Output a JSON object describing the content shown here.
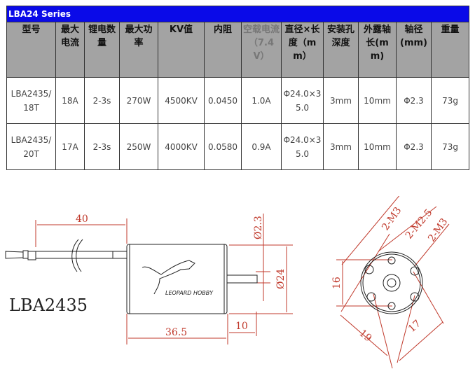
{
  "table": {
    "title": "LBA24 Series",
    "headers": [
      "型号",
      "最大电流",
      "锂电数量",
      "最大功率",
      "KV值",
      "内阻",
      "空载电流（7.4V）",
      "直径×长度（mm）",
      "安装孔深度",
      "外露轴长(mm)",
      "轴径(mm)",
      "重量"
    ],
    "rows": [
      [
        "LBA2435/18T",
        "18A",
        "2-3s",
        "270W",
        "4500KV",
        "0.0450",
        "1.0A",
        "Φ24.0×35.0",
        "3mm",
        "10mm",
        "Φ2.3",
        "73g"
      ],
      [
        "LBA2435/20T",
        "17A",
        "2-3s",
        "250W",
        "4000KV",
        "0.0580",
        "0.9A",
        "Φ24.0×35.0",
        "3mm",
        "10mm",
        "Φ2.3",
        "73g"
      ]
    ]
  },
  "drawing": {
    "model": "LBA2435",
    "brand": "LEOPARD HOBBY",
    "dims": {
      "lead": "40",
      "body": "36.5",
      "shaft_len": "10",
      "shaft_dia": "Ø2.3",
      "body_dia": "Ø24",
      "v16": "16",
      "d19": "19",
      "d17": "17",
      "m3a": "2-M3",
      "m25": "2-M2.5",
      "m3b": "2-M3"
    }
  },
  "colors": {
    "title_bar": "#0a0ae8",
    "header_bg": "#a3a3a3",
    "dim": "#c0392b"
  }
}
